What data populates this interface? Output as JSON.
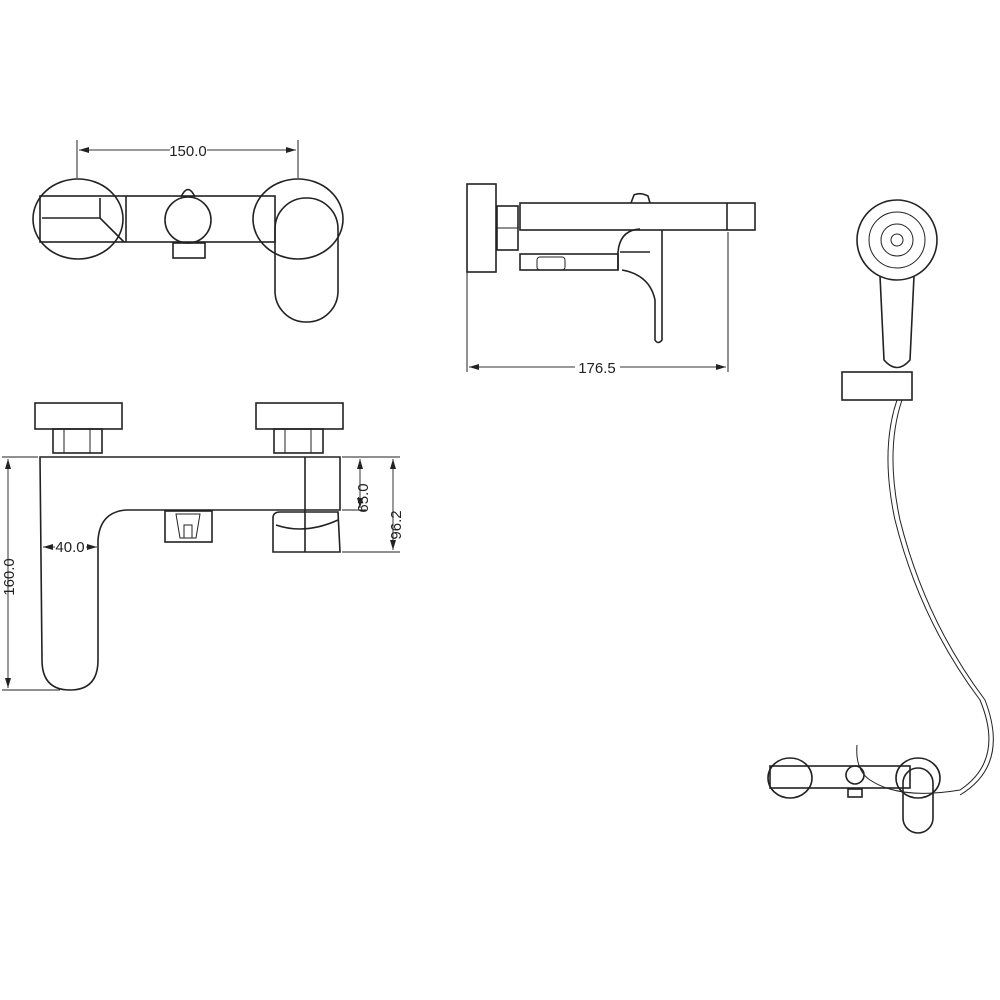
{
  "drawing": {
    "views": [
      "top-view",
      "front-view",
      "side-view",
      "shower-set-view"
    ],
    "dimensions": {
      "top_width": "150.0",
      "side_depth": "176.5",
      "total_height": "160.0",
      "spout_width": "40.0",
      "upper_height": "65.0",
      "spout_height": "96.2"
    },
    "line_color": "#222222",
    "background": "#ffffff"
  }
}
